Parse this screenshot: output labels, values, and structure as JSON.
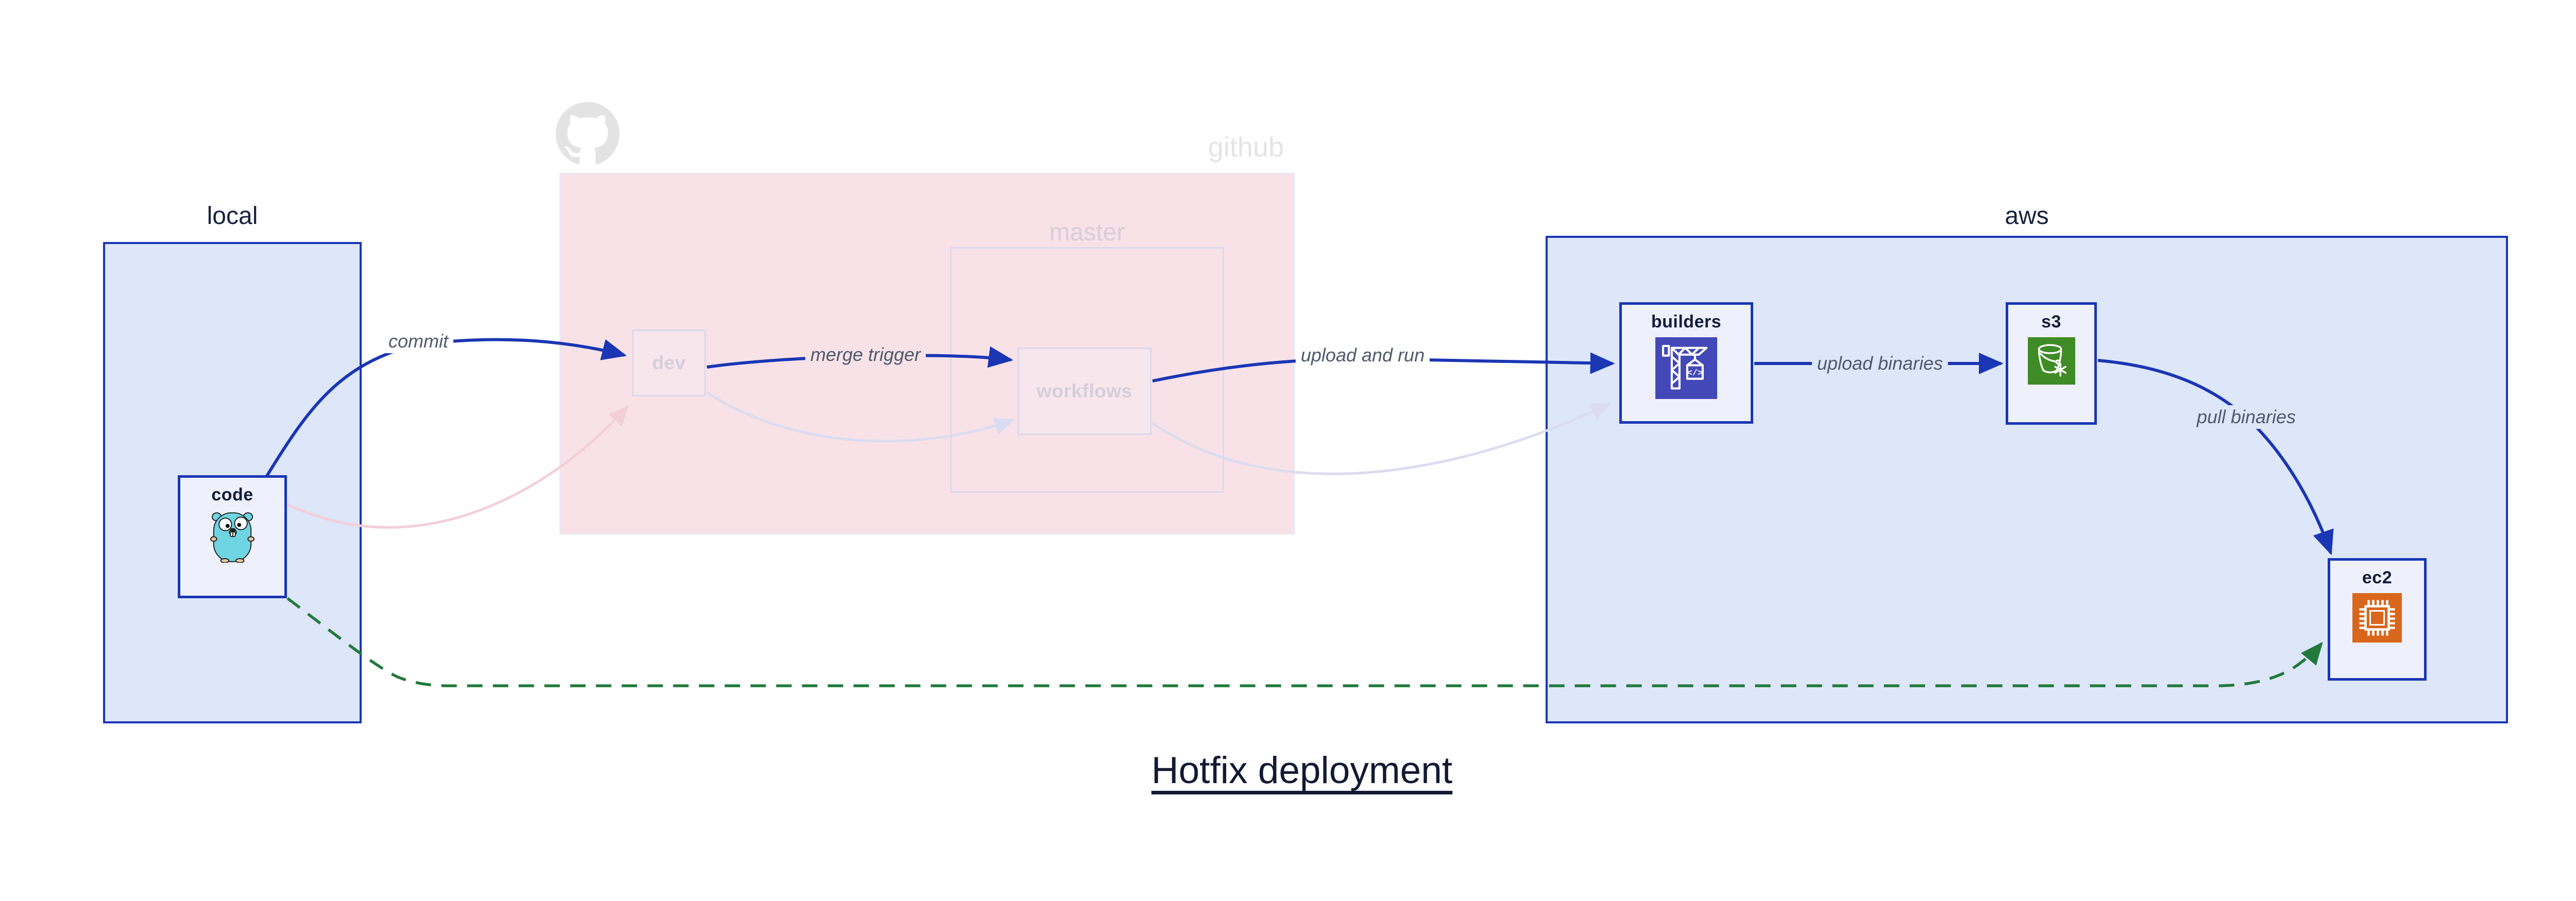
{
  "title": "Hotfix deployment",
  "groups": {
    "local": {
      "label": "local"
    },
    "github": {
      "label": "github"
    },
    "master": {
      "label": "master"
    },
    "aws": {
      "label": "aws"
    }
  },
  "nodes": {
    "code": {
      "label": "code"
    },
    "dev": {
      "label": "dev"
    },
    "workflows": {
      "label": "workflows"
    },
    "builders": {
      "label": "builders"
    },
    "s3": {
      "label": "s3"
    },
    "ec2": {
      "label": "ec2"
    }
  },
  "edge_labels": {
    "commit": "commit",
    "merge_trigger": "merge trigger",
    "upload_and_run": "upload and run",
    "upload_binaries": "upload binaries",
    "pull_binaries": "pull binaries"
  },
  "icons": {
    "github": "octocat-icon",
    "code": "go-gopher-icon",
    "builders": "crane-codebuild-icon",
    "builders_glyph": "</>",
    "s3": "bucket-snowflake-icon",
    "ec2": "cpu-chip-icon"
  },
  "colors": {
    "accent_blue": "#1a36b4",
    "group_blue_fill": "#dee6f9",
    "node_fill": "#eef1fb",
    "github_pink_fill": "#f8e2e8",
    "faded_border": "#ddd9ec",
    "faded_text": "#d5cedb",
    "github_label_gray": "#e4e4e4",
    "master_label_pink": "#d8cdd9",
    "edge_label_gray": "#4f5a6c",
    "hotfix_green": "#217a3b",
    "faded_pink_edge": "#f3cfda",
    "faded_lavender_edge": "#dcdcf0",
    "builders_icon_bg": "#4348b8",
    "s3_icon_bg": "#3f8b25",
    "ec2_icon_bg": "#d9661d",
    "gopher_teal": "#6fd5e2",
    "title_navy": "#121a33"
  }
}
